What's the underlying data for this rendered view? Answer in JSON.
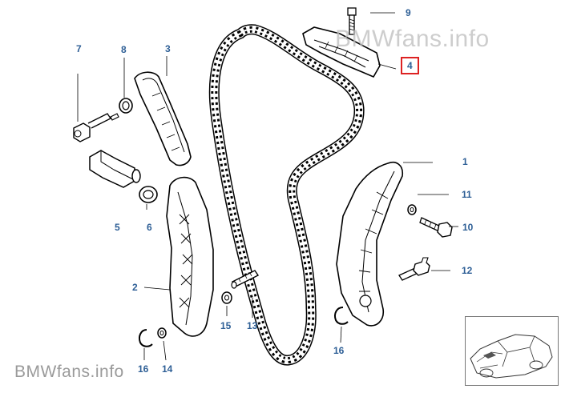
{
  "watermark": {
    "top": "BMWfans.info",
    "bottom": "BMWfans.info"
  },
  "callouts": {
    "c1": "1",
    "c2": "2",
    "c3": "3",
    "c4": "4",
    "c5": "5",
    "c6": "6",
    "c7": "7",
    "c8": "8",
    "c9": "9",
    "c10": "10",
    "c11": "11",
    "c12": "12",
    "c13": "13",
    "c14": "14",
    "c15": "15",
    "c16a": "16",
    "c16b": "16"
  },
  "selected_callout": "4",
  "colors": {
    "callout_text": "#2e5f96",
    "highlight_border": "#dd2222",
    "linework": "#000000",
    "watermark": "#bdbdbd"
  },
  "thumbnail_icon": "car-outline-icon"
}
